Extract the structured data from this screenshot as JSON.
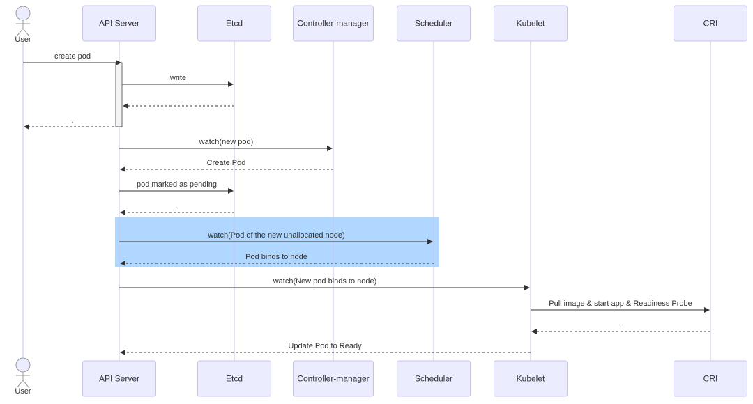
{
  "participants": [
    {
      "id": "user",
      "label": "User",
      "kind": "actor"
    },
    {
      "id": "api",
      "label": "API Server",
      "kind": "box"
    },
    {
      "id": "etcd",
      "label": "Etcd",
      "kind": "box"
    },
    {
      "id": "cm",
      "label": "Controller-manager",
      "kind": "box"
    },
    {
      "id": "sched",
      "label": "Scheduler",
      "kind": "box"
    },
    {
      "id": "kubelet",
      "label": "Kubelet",
      "kind": "box"
    },
    {
      "id": "cri",
      "label": "CRI",
      "kind": "box"
    }
  ],
  "messages": [
    {
      "from": "user",
      "to": "api",
      "label": "create pod",
      "style": "solid"
    },
    {
      "from": "api",
      "to": "etcd",
      "label": "write",
      "style": "solid"
    },
    {
      "from": "etcd",
      "to": "api",
      "label": ".",
      "style": "dotted"
    },
    {
      "from": "api",
      "to": "user",
      "label": ".",
      "style": "dotted"
    },
    {
      "from": "api",
      "to": "cm",
      "label": "watch(new pod)",
      "style": "solid"
    },
    {
      "from": "cm",
      "to": "api",
      "label": "Create Pod",
      "style": "dotted"
    },
    {
      "from": "api",
      "to": "etcd",
      "label": "pod marked as pending",
      "style": "solid"
    },
    {
      "from": "etcd",
      "to": "api",
      "label": ".",
      "style": "dotted"
    },
    {
      "from": "api",
      "to": "sched",
      "label": "watch(Pod of the new unallocated node)",
      "style": "solid"
    },
    {
      "from": "sched",
      "to": "api",
      "label": "Pod binds to node",
      "style": "dotted"
    },
    {
      "from": "api",
      "to": "kubelet",
      "label": "watch(New pod binds to node)",
      "style": "solid"
    },
    {
      "from": "kubelet",
      "to": "cri",
      "label": "Pull image & start app & Readiness Probe",
      "style": "solid"
    },
    {
      "from": "cri",
      "to": "kubelet",
      "label": ".",
      "style": "dotted"
    },
    {
      "from": "kubelet",
      "to": "api",
      "label": "Update Pod to Ready",
      "style": "dotted"
    }
  ],
  "colors": {
    "box_fill": "#ECECFF",
    "box_stroke": "#C7C2F0",
    "lifeline": "#C8C3EE",
    "arrow": "#333333",
    "highlight": "#B0D7FF",
    "activation_fill": "#F4F4F4",
    "activation_stroke": "#666666"
  }
}
